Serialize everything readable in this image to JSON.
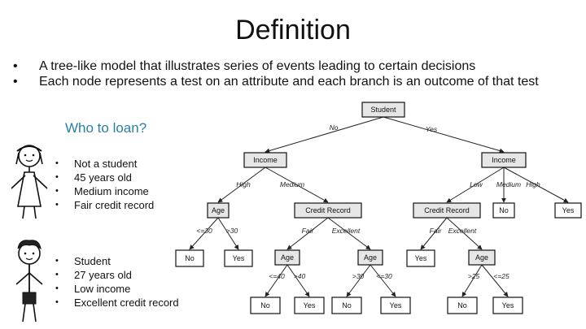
{
  "title": "Definition",
  "bullets": [
    "A tree-like model that illustrates series of events leading to certain decisions",
    "Each node represents a test on an attribute and each branch is an outcome of that test"
  ],
  "question": "Who to loan?",
  "person1": [
    "Not a student",
    "45 years old",
    "Medium income",
    "Fair credit record"
  ],
  "person2": [
    "Student",
    "27 years old",
    "Low income",
    "Excellent credit record"
  ],
  "tree": {
    "nodes": {
      "root": "Student",
      "income1": "Income",
      "income2": "Income",
      "age1": "Age",
      "credit1": "Credit Record",
      "credit2": "Credit Record",
      "no1": "No",
      "yes_top": "Yes",
      "no_a1": "No",
      "yes_a1": "Yes",
      "age2": "Age",
      "age3": "Age",
      "yes_c2": "Yes",
      "age4": "Age",
      "no_age2": "No",
      "yes_age2": "Yes",
      "no_age3": "No",
      "yes_age3": "Yes",
      "no_age4": "No",
      "yes_age4": "Yes"
    },
    "edges": {
      "root_no": "No",
      "root_yes": "Yes",
      "inc1_high": "High",
      "inc1_medium": "Medium",
      "inc2_low": "Low",
      "inc2_medium": "Medium",
      "inc2_high": "High",
      "age1_le30": "<=30",
      "age1_gt30": ">30",
      "cr1_fair": "Fair",
      "cr1_excellent": "Excellent",
      "cr2_fair": "Fair",
      "cr2_excellent": "Excellent",
      "age2_le40": "<=40",
      "age2_gt40": ">40",
      "age3_gt30": ">30",
      "age3_le30": "<=30",
      "age4_gt25": ">25",
      "age4_le25": "<=25"
    }
  }
}
